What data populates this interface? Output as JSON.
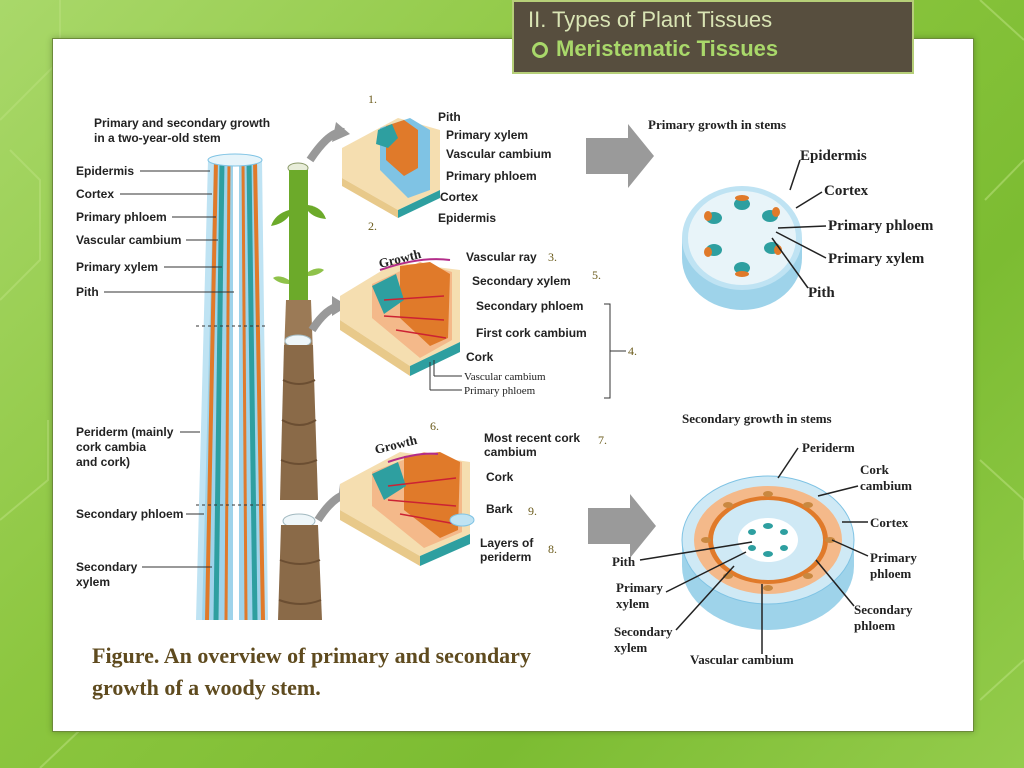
{
  "header": {
    "title": "II. Types of Plant Tissues",
    "subtitle": "Meristematic Tissues"
  },
  "caption": "Figure. An overview of primary and secondary growth of a woody stem.",
  "left_stem": {
    "title_line1": "Primary and secondary growth",
    "title_line2": "in a two-year-old stem",
    "labels": [
      "Epidermis",
      "Cortex",
      "Primary phloem",
      "Vascular cambium",
      "Primary xylem",
      "Pith"
    ],
    "lower_labels": {
      "periderm1": "Periderm (mainly",
      "periderm2": "cork cambia",
      "periderm3": "and cork)",
      "sec_phloem": "Secondary phloem",
      "sec_xylem1": "Secondary",
      "sec_xylem2": "xylem"
    }
  },
  "wedge1": {
    "number": "1.",
    "labels": [
      "Pith",
      "Primary xylem",
      "Vascular cambium",
      "Primary phloem",
      "Cortex",
      "Epidermis"
    ]
  },
  "wedge2": {
    "number": "2.",
    "growth": "Growth",
    "labels": [
      "Vascular ray",
      "Secondary xylem",
      "Secondary phloem",
      "First cork cambium",
      "Cork"
    ],
    "num3": "3.",
    "num5": "5.",
    "num4": "4.",
    "extra1": "Vascular cambium",
    "extra2": "Primary phloem"
  },
  "wedge3": {
    "growth": "Growth",
    "num6": "6.",
    "num7": "7.",
    "num9": "9.",
    "num8": "8.",
    "label_recent1": "Most recent cork",
    "label_recent2": "cambium",
    "label_cork": "Cork",
    "label_bark": "Bark",
    "label_layers1": "Layers of",
    "label_layers2": "periderm"
  },
  "primary_circle": {
    "title": "Primary growth in stems",
    "labels": [
      "Epidermis",
      "Cortex",
      "Primary phloem",
      "Primary xylem",
      "Pith"
    ]
  },
  "secondary_circle": {
    "title": "Secondary growth in stems",
    "periderm": "Periderm",
    "cork1": "Cork",
    "cork2": "cambium",
    "cortex": "Cortex",
    "pphloem1": "Primary",
    "pphloem2": "phloem",
    "sphloem1": "Secondary",
    "sphloem2": "phloem",
    "pith": "Pith",
    "pxylem1": "Primary",
    "pxylem2": "xylem",
    "sxylem1": "Secondary",
    "sxylem2": "xylem",
    "vcambium": "Vascular cambium"
  },
  "colors": {
    "epidermis_blue": "#7fc3e4",
    "xylem_teal": "#2e9fa0",
    "phloem_orange": "#e07a2a",
    "bark_brown": "#8a6a48",
    "stem_green": "#6caa2a"
  }
}
